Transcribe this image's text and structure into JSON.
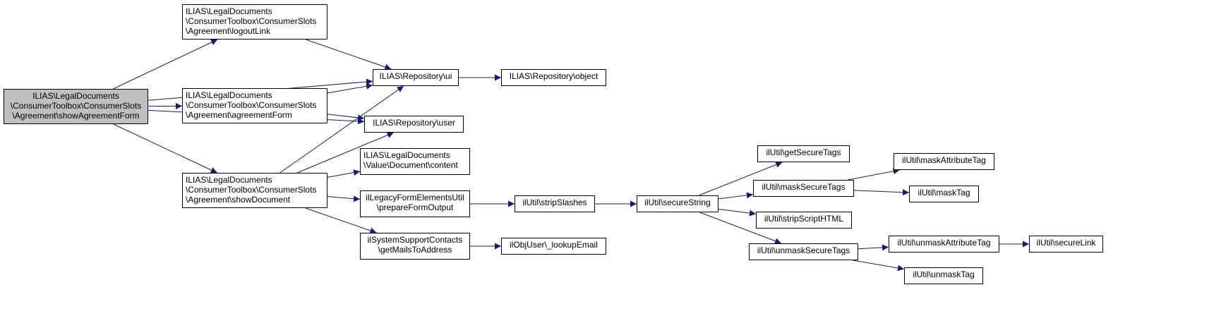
{
  "graph": {
    "nodes": {
      "showAgreementForm": "ILIAS\\LegalDocuments\n\\ConsumerToolbox\\ConsumerSlots\n\\Agreement\\showAgreementForm",
      "logoutLink": "ILIAS\\LegalDocuments\n\\ConsumerToolbox\\ConsumerSlots\n\\Agreement\\logoutLink",
      "agreementForm": "ILIAS\\LegalDocuments\n\\ConsumerToolbox\\ConsumerSlots\n\\Agreement\\agreementForm",
      "showDocument": "ILIAS\\LegalDocuments\n\\ConsumerToolbox\\ConsumerSlots\n\\Agreement\\showDocument",
      "repoUi": "ILIAS\\Repository\\ui",
      "repoObject": "ILIAS\\Repository\\object",
      "repoUser": "ILIAS\\Repository\\user",
      "docContent": "ILIAS\\LegalDocuments\n\\Value\\Document\\content",
      "prepareFormOutput": "ilLegacyFormElementsUtil\n\\prepareFormOutput",
      "getMailsToAddress": "ilSystemSupportContacts\n\\getMailsToAddress",
      "stripSlashes": "ilUtil\\stripSlashes",
      "lookupEmail": "ilObjUser\\_lookupEmail",
      "secureString": "ilUtil\\secureString",
      "getSecureTags": "ilUtil\\getSecureTags",
      "maskSecureTags": "ilUtil\\maskSecureTags",
      "stripScriptHTML": "ilUtil\\stripScriptHTML",
      "unmaskSecureTags": "ilUtil\\unmaskSecureTags",
      "maskAttributeTag": "ilUtil\\maskAttributeTag",
      "maskTag": "ilUtil\\maskTag",
      "unmaskAttributeTag": "ilUtil\\unmaskAttributeTag",
      "unmaskTag": "ilUtil\\unmaskTag",
      "secureLink": "ilUtil\\secureLink"
    },
    "edges": [
      [
        "showAgreementForm",
        "logoutLink"
      ],
      [
        "showAgreementForm",
        "repoUi"
      ],
      [
        "showAgreementForm",
        "agreementForm"
      ],
      [
        "showAgreementForm",
        "repoUser"
      ],
      [
        "showAgreementForm",
        "showDocument"
      ],
      [
        "logoutLink",
        "repoUi"
      ],
      [
        "agreementForm",
        "repoUi"
      ],
      [
        "agreementForm",
        "repoUser"
      ],
      [
        "showDocument",
        "repoUi"
      ],
      [
        "showDocument",
        "repoUser"
      ],
      [
        "showDocument",
        "docContent"
      ],
      [
        "showDocument",
        "prepareFormOutput"
      ],
      [
        "showDocument",
        "getMailsToAddress"
      ],
      [
        "repoUi",
        "repoObject"
      ],
      [
        "prepareFormOutput",
        "stripSlashes"
      ],
      [
        "getMailsToAddress",
        "lookupEmail"
      ],
      [
        "stripSlashes",
        "secureString"
      ],
      [
        "secureString",
        "getSecureTags"
      ],
      [
        "secureString",
        "maskSecureTags"
      ],
      [
        "secureString",
        "stripScriptHTML"
      ],
      [
        "secureString",
        "unmaskSecureTags"
      ],
      [
        "maskSecureTags",
        "maskAttributeTag"
      ],
      [
        "maskSecureTags",
        "maskTag"
      ],
      [
        "unmaskSecureTags",
        "unmaskAttributeTag"
      ],
      [
        "unmaskSecureTags",
        "unmaskTag"
      ],
      [
        "unmaskAttributeTag",
        "secureLink"
      ]
    ],
    "colors": {
      "edge": "#191970",
      "node_border": "#000000",
      "root_fill": "#bfbfbf"
    }
  }
}
